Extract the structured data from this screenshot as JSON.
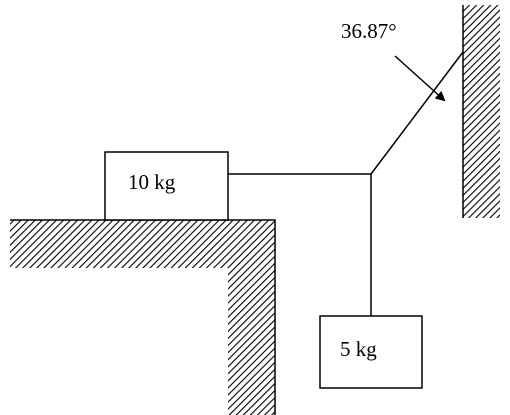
{
  "diagram": {
    "angle_label": "36.87°",
    "block_10_label": "10 kg",
    "block_5_label": "5 kg"
  }
}
